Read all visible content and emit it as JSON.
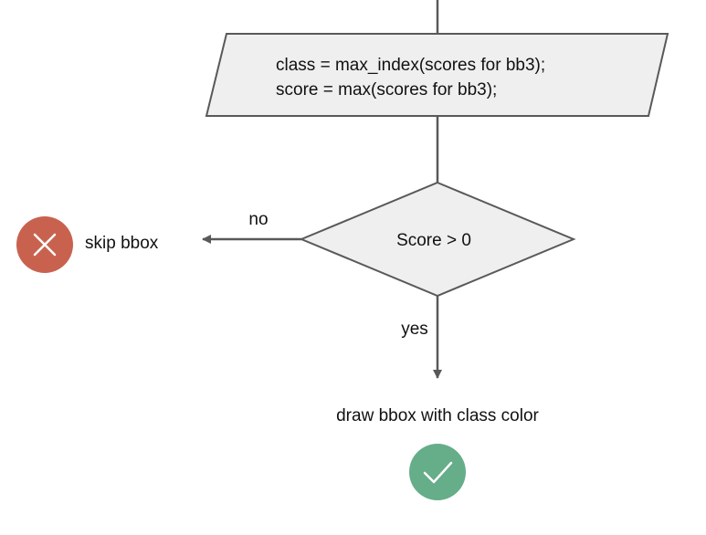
{
  "process_box": {
    "line1": "class = max_index(scores for bb3);",
    "line2": "score = max(scores for bb3);"
  },
  "decision": {
    "label": "Score > 0"
  },
  "branch_no": {
    "label": "no",
    "target_label": "skip bbox",
    "icon": "close-icon"
  },
  "branch_yes": {
    "label": "yes",
    "target_label": "draw bbox with class color",
    "icon": "check-icon"
  },
  "colors": {
    "line": "#595959",
    "shape_fill": "#efefef",
    "shape_stroke": "#595959",
    "no_icon": "#c8624f",
    "yes_icon": "#66ad8a"
  }
}
